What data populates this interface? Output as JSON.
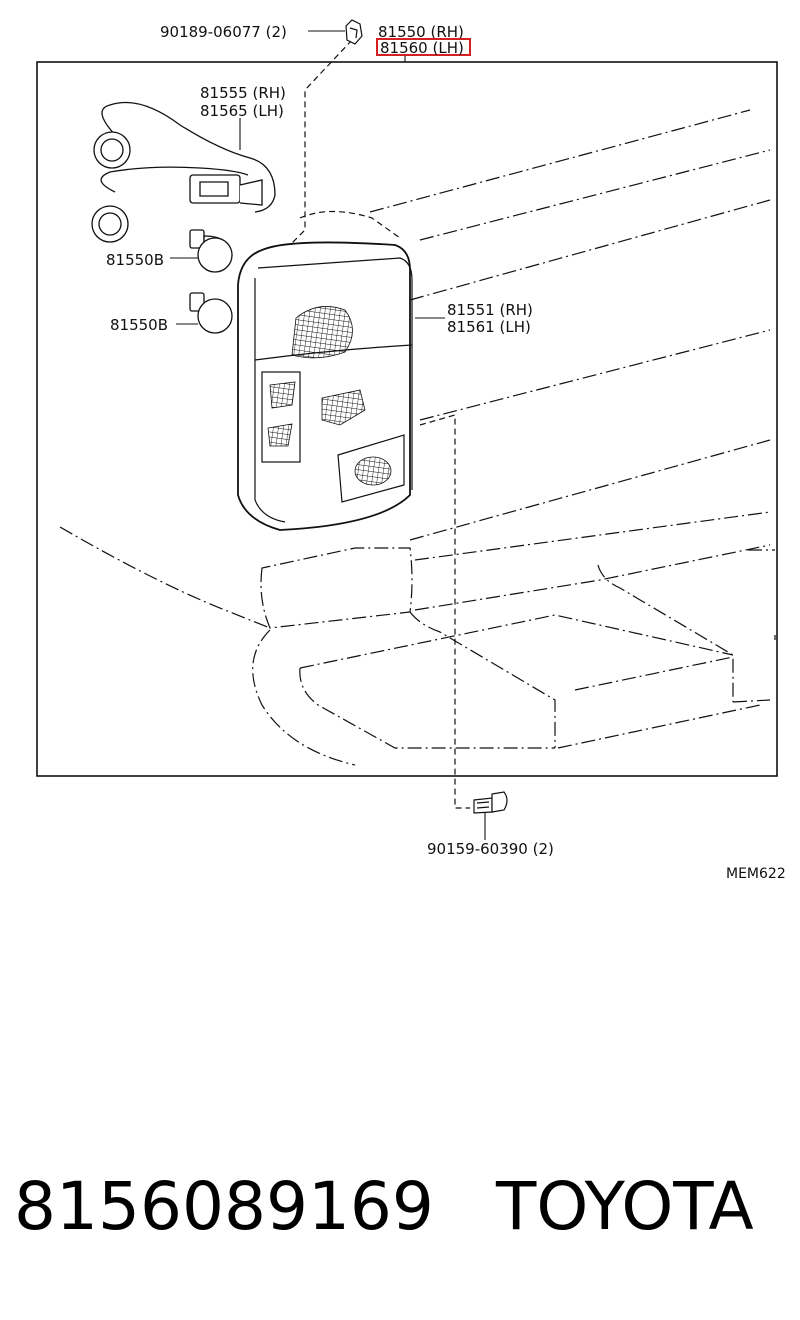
{
  "diagram": {
    "code": "MEM622",
    "callouts": {
      "clip": "90189-06077 (2)",
      "assy_rh": "81550 (RH)",
      "assy_lh": "81560 (LH)",
      "socket_rh": "81555 (RH)",
      "socket_lh": "81565 (LH)",
      "bulb_upper": "81550B",
      "bulb_lower": "81550B",
      "lens_rh": "81551 (RH)",
      "lens_lh": "81561 (LH)",
      "screw": "90159-60390 (2)"
    },
    "highlight_color": "#d42020"
  },
  "footer": {
    "part_number": "8156089169",
    "brand": "TOYOTA"
  }
}
